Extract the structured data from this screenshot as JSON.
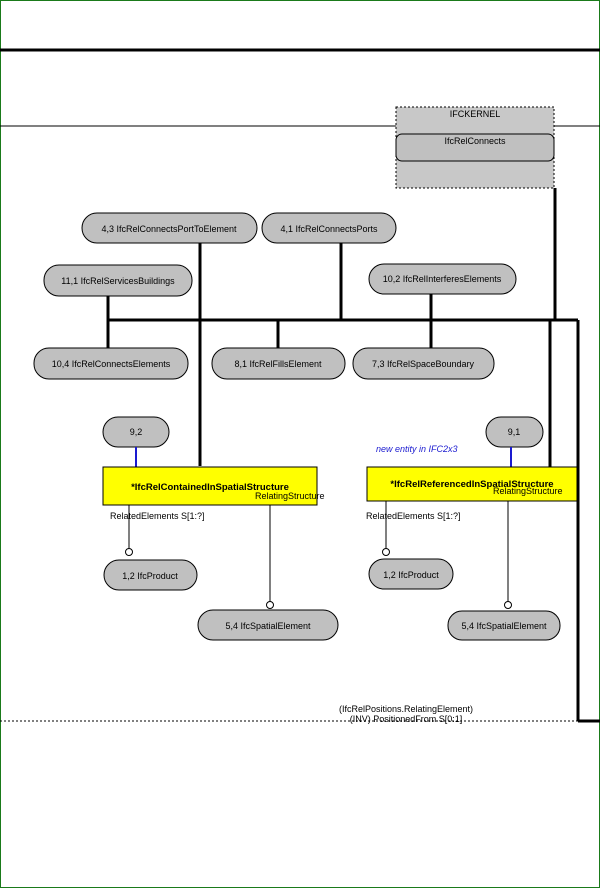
{
  "diagram": {
    "kernel_box": {
      "schema": "IFCKERNEL",
      "entity": "IfcRelConnects"
    },
    "top_nodes": [
      "4,3 IfcRelConnectsPortToElement",
      "4,1 IfcRelConnectsPorts",
      "11,1 IfcRelServicesBuildings",
      "10,2 IfcRelInterferesElements"
    ],
    "bus_nodes": [
      "10,4 IfcRelConnectsElements",
      "8,1 IfcRelFillsElement",
      "7,3 IfcRelSpaceBoundary"
    ],
    "left_group": {
      "page_ref": "9,2",
      "entity": "*IfcRelContainedInSpatialStructure",
      "relating_label": "RelatingStructure",
      "related_label": "RelatedElements S[1:?]",
      "product": "1,2 IfcProduct",
      "spatial": "5,4 IfcSpatialElement"
    },
    "right_group": {
      "note": "new entity in IFC2x3",
      "page_ref": "9,1",
      "entity": "*IfcRelReferencedInSpatialStructure",
      "relating_label": "RelatingStructure",
      "related_label": "RelatedElements S[1:?]",
      "product": "1,2 IfcProduct",
      "spatial": "5,4 IfcSpatialElement"
    },
    "inverse_attr": {
      "line1": "(IfcRelPositions.RelatingElement)",
      "line2": "(INV) PositionedFrom S[0:1]"
    },
    "colors": {
      "frame": "#1a7a1a",
      "entity_fill": "#ffff00",
      "node_fill": "#c0c0c0",
      "link_blue": "#1a1ad0"
    }
  }
}
